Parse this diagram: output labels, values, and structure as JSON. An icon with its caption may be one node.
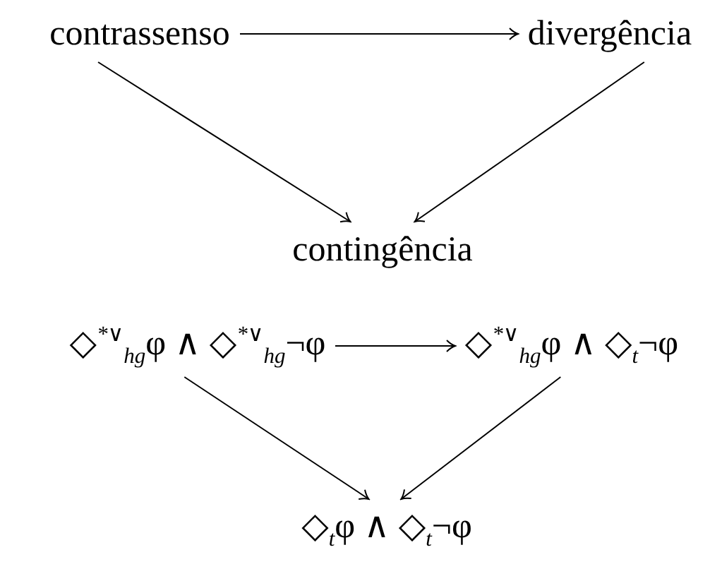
{
  "diagram": {
    "nodes": [
      {
        "text": [
          "contrassenso"
        ]
      },
      {
        "text": [
          "divergência"
        ]
      },
      {
        "text": [
          "contingência"
        ]
      },
      {
        "text": [
          "◇$^{*∨}$$_{hg}$φ ∧ ◇$^{*∨}$$_{hg}$¬φ"
        ]
      },
      {
        "text": [
          "◇$^{*∨}$$_{hg}$φ ∧ ◇$_{t}$¬φ"
        ]
      },
      {
        "text": [
          "◇$_{t}$φ ∧ ◇$_{t}$¬φ"
        ]
      }
    ],
    "edges": [
      {
        "from": 0,
        "to": 1,
        "arrow": "to"
      },
      {
        "from": 0,
        "to": 2,
        "arrow": "to"
      },
      {
        "from": 1,
        "to": 2,
        "arrow": "to"
      },
      {
        "from": 3,
        "to": 4,
        "arrow": "to"
      },
      {
        "from": 3,
        "to": 5,
        "arrow": "to"
      },
      {
        "from": 4,
        "to": 5,
        "arrow": "to"
      }
    ]
  }
}
